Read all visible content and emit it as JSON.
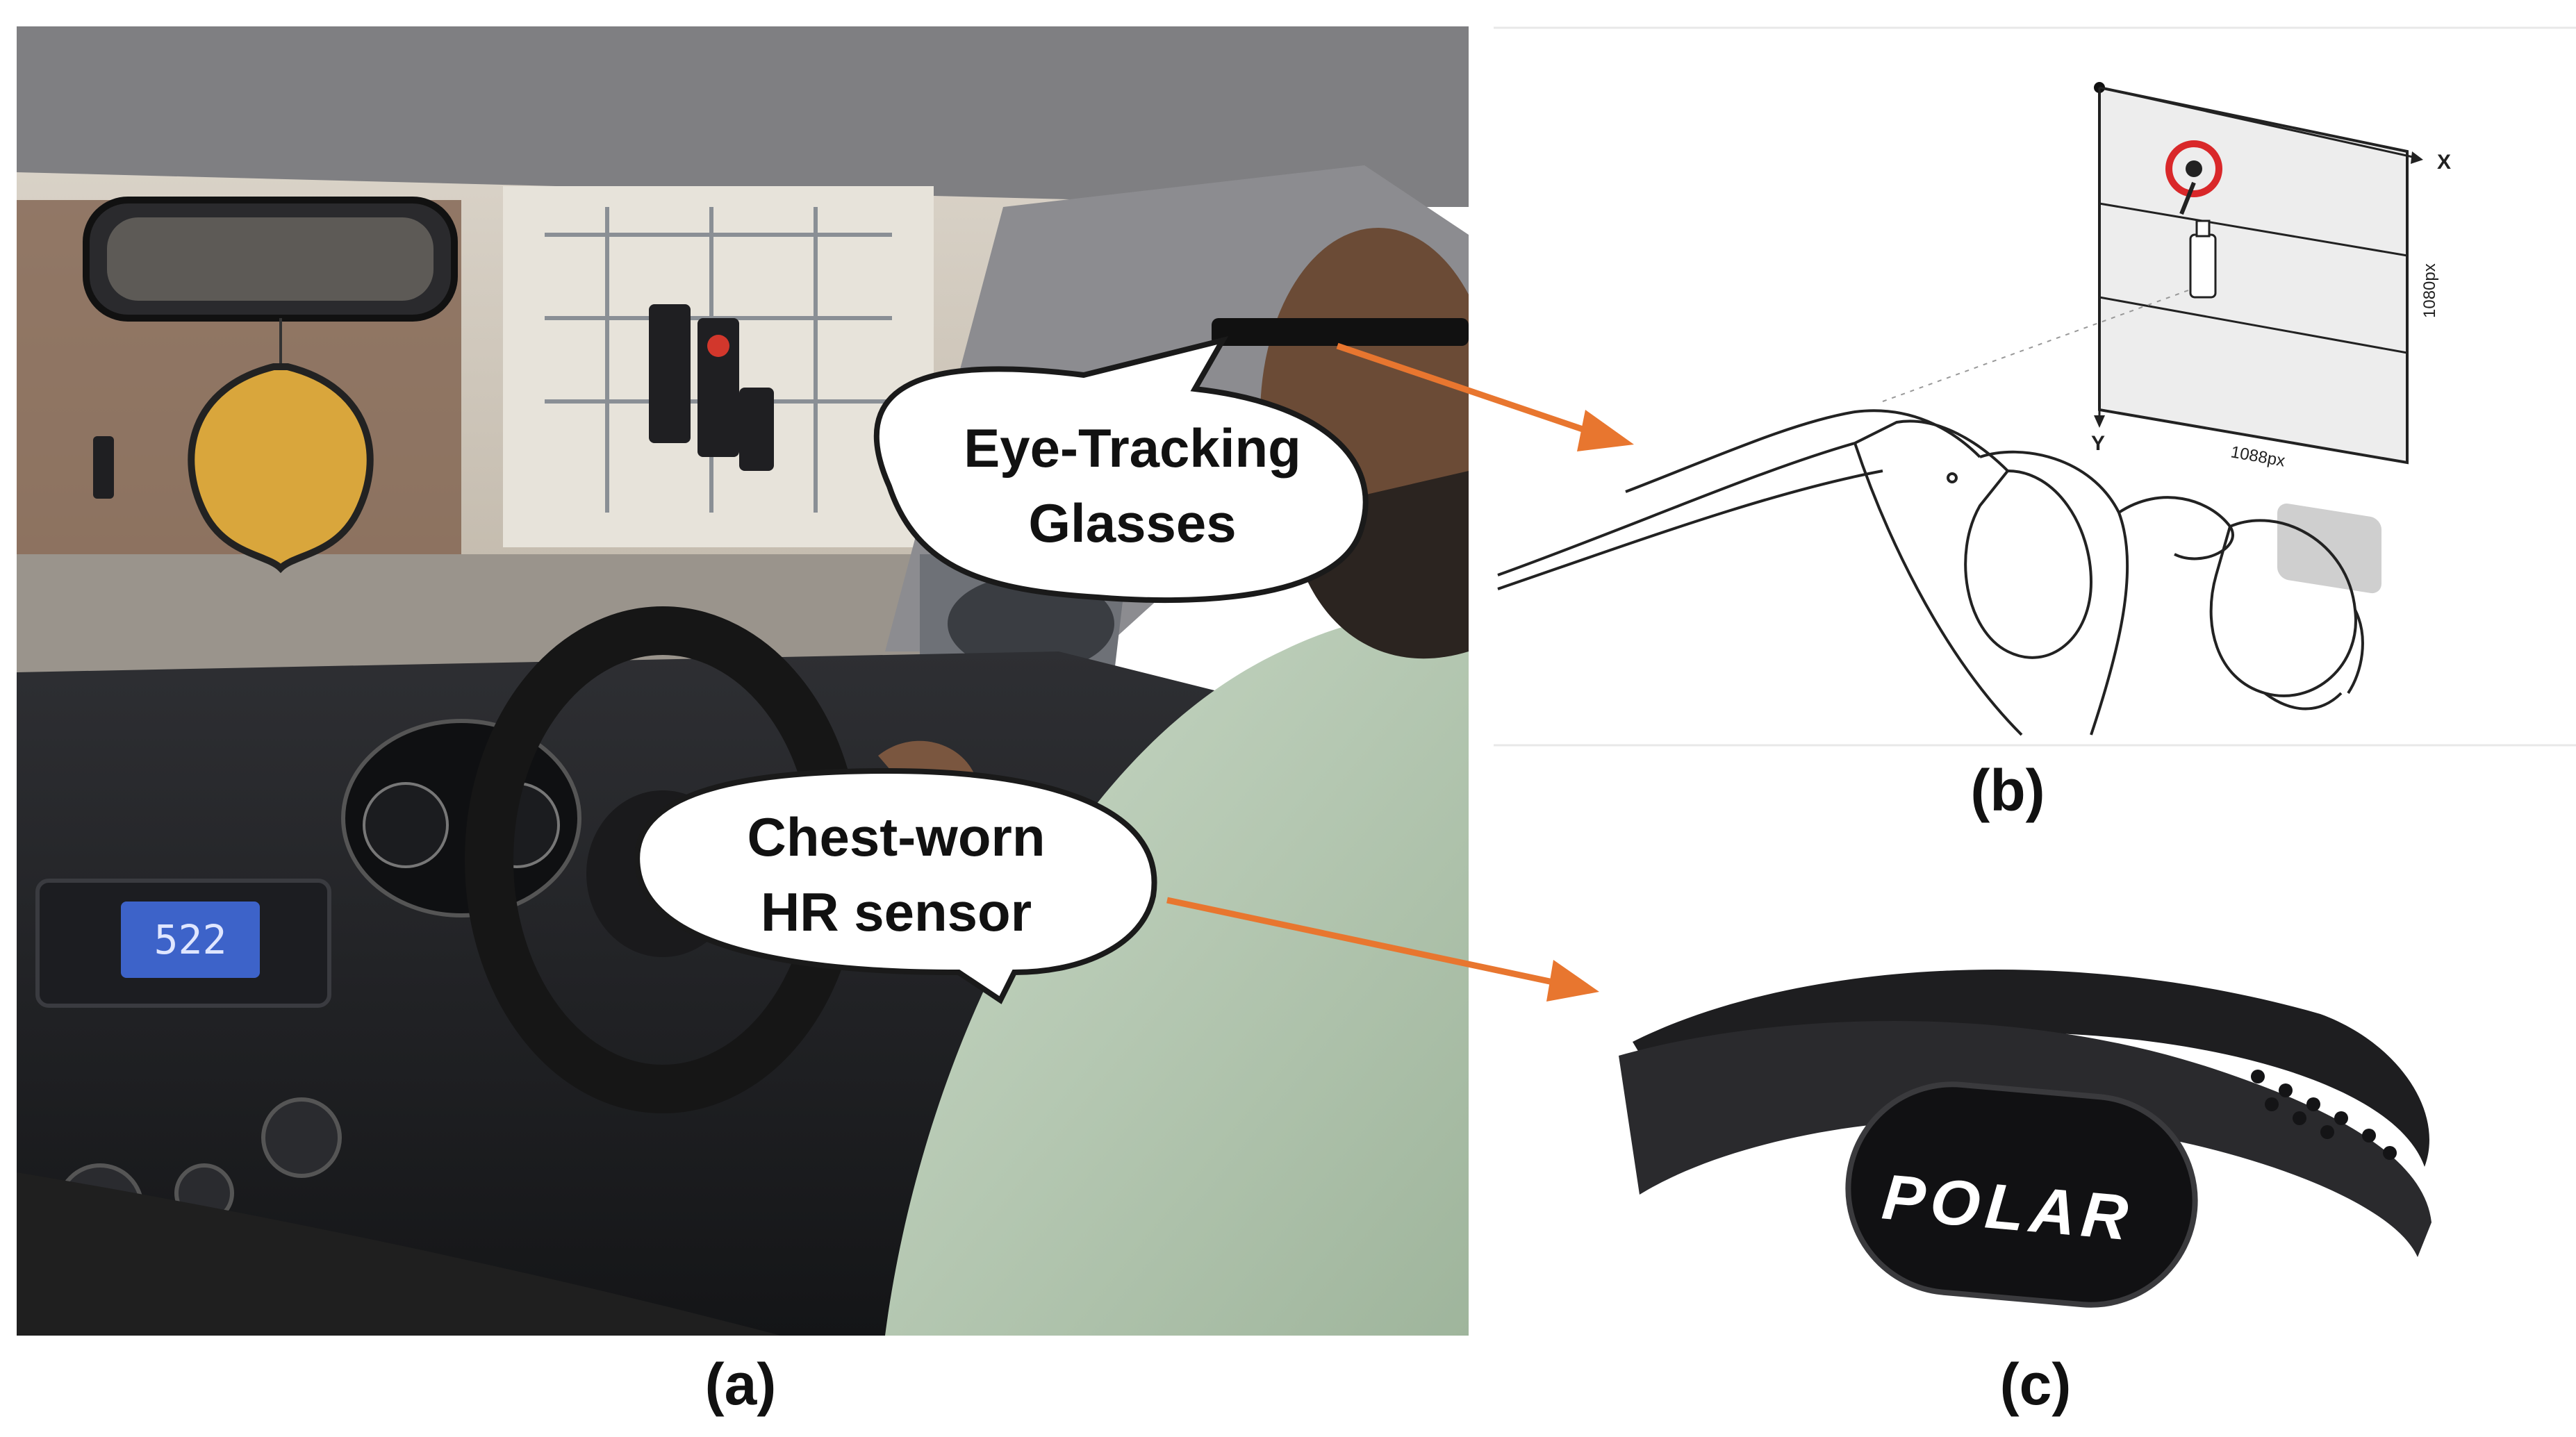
{
  "captions": {
    "a": "(a)",
    "b": "(b)",
    "c": "(c)"
  },
  "bubbles": {
    "eye_line1": "Eye-Tracking",
    "eye_line2": "Glasses",
    "hr_line1": "Chest-worn",
    "hr_line2": "HR sensor"
  },
  "diagram": {
    "x_axis": "X",
    "y_axis": "Y",
    "width_px": "1088px",
    "height_px": "1080px"
  },
  "dashboard": {
    "radio_display": "522"
  },
  "strap": {
    "brand": "POLAR"
  },
  "colors": {
    "arrow": "#e8762f",
    "gaze_ring": "#d9282a"
  }
}
